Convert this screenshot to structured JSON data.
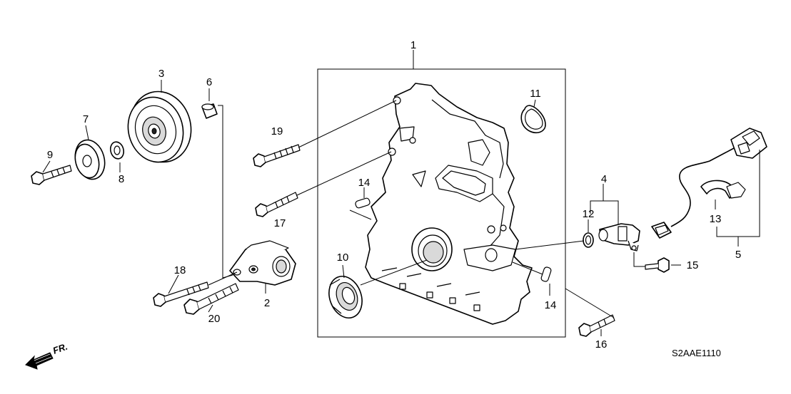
{
  "diagram_code": "S2AAE1110",
  "front_arrow_label": "FR.",
  "callouts": {
    "p1": "1",
    "p2": "2",
    "p3": "3",
    "p4": "4",
    "p5": "5",
    "p6": "6",
    "p7": "7",
    "p8": "8",
    "p9": "9",
    "p10": "10",
    "p11": "11",
    "p12": "12",
    "p13": "13",
    "p14a": "14",
    "p14b": "14",
    "p15": "15",
    "p16": "16",
    "p17": "17",
    "p18": "18",
    "p19": "19",
    "p20": "20"
  },
  "colors": {
    "line": "#000000",
    "background": "#ffffff",
    "shade": "#d9d9d9"
  }
}
